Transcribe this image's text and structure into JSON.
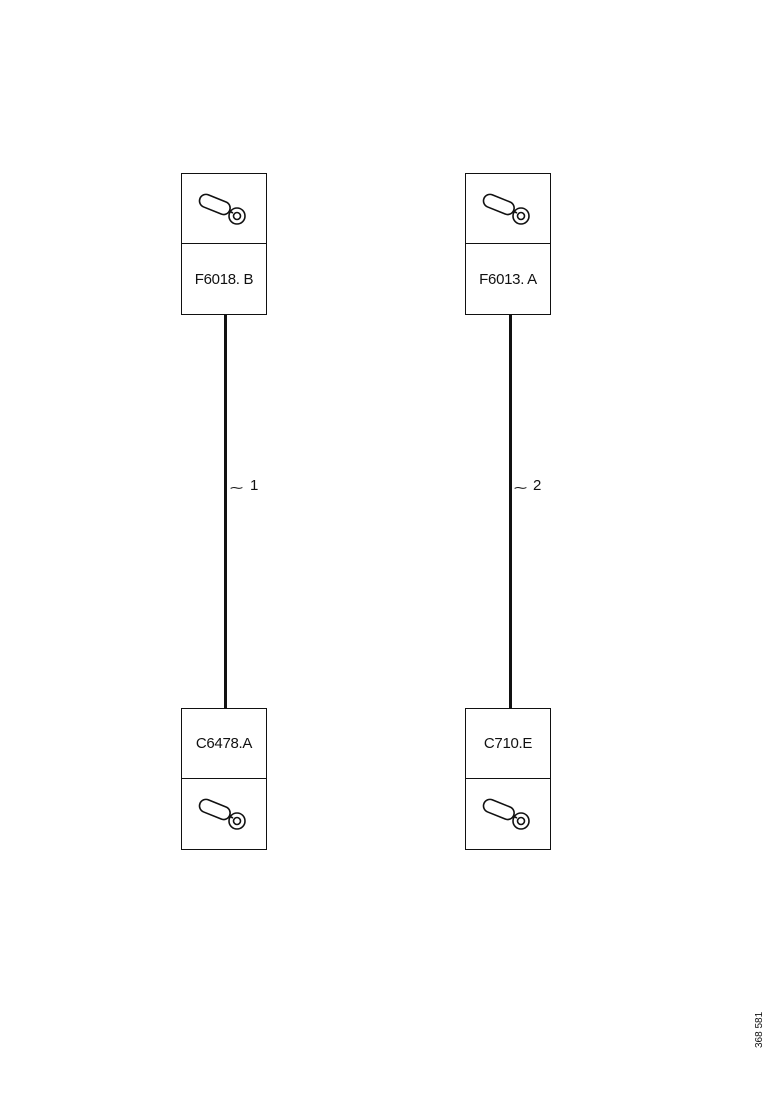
{
  "diagram": {
    "wires": [
      {
        "label": "1",
        "from": {
          "connector": "F6018. B",
          "icon": "ring-terminal-icon"
        },
        "to": {
          "connector": "C6478.A",
          "icon": "ring-terminal-icon"
        }
      },
      {
        "label": "2",
        "from": {
          "connector": "F6013. A",
          "icon": "ring-terminal-icon"
        },
        "to": {
          "connector": "C710.E",
          "icon": "ring-terminal-icon"
        }
      }
    ],
    "document_id": "368 581"
  }
}
